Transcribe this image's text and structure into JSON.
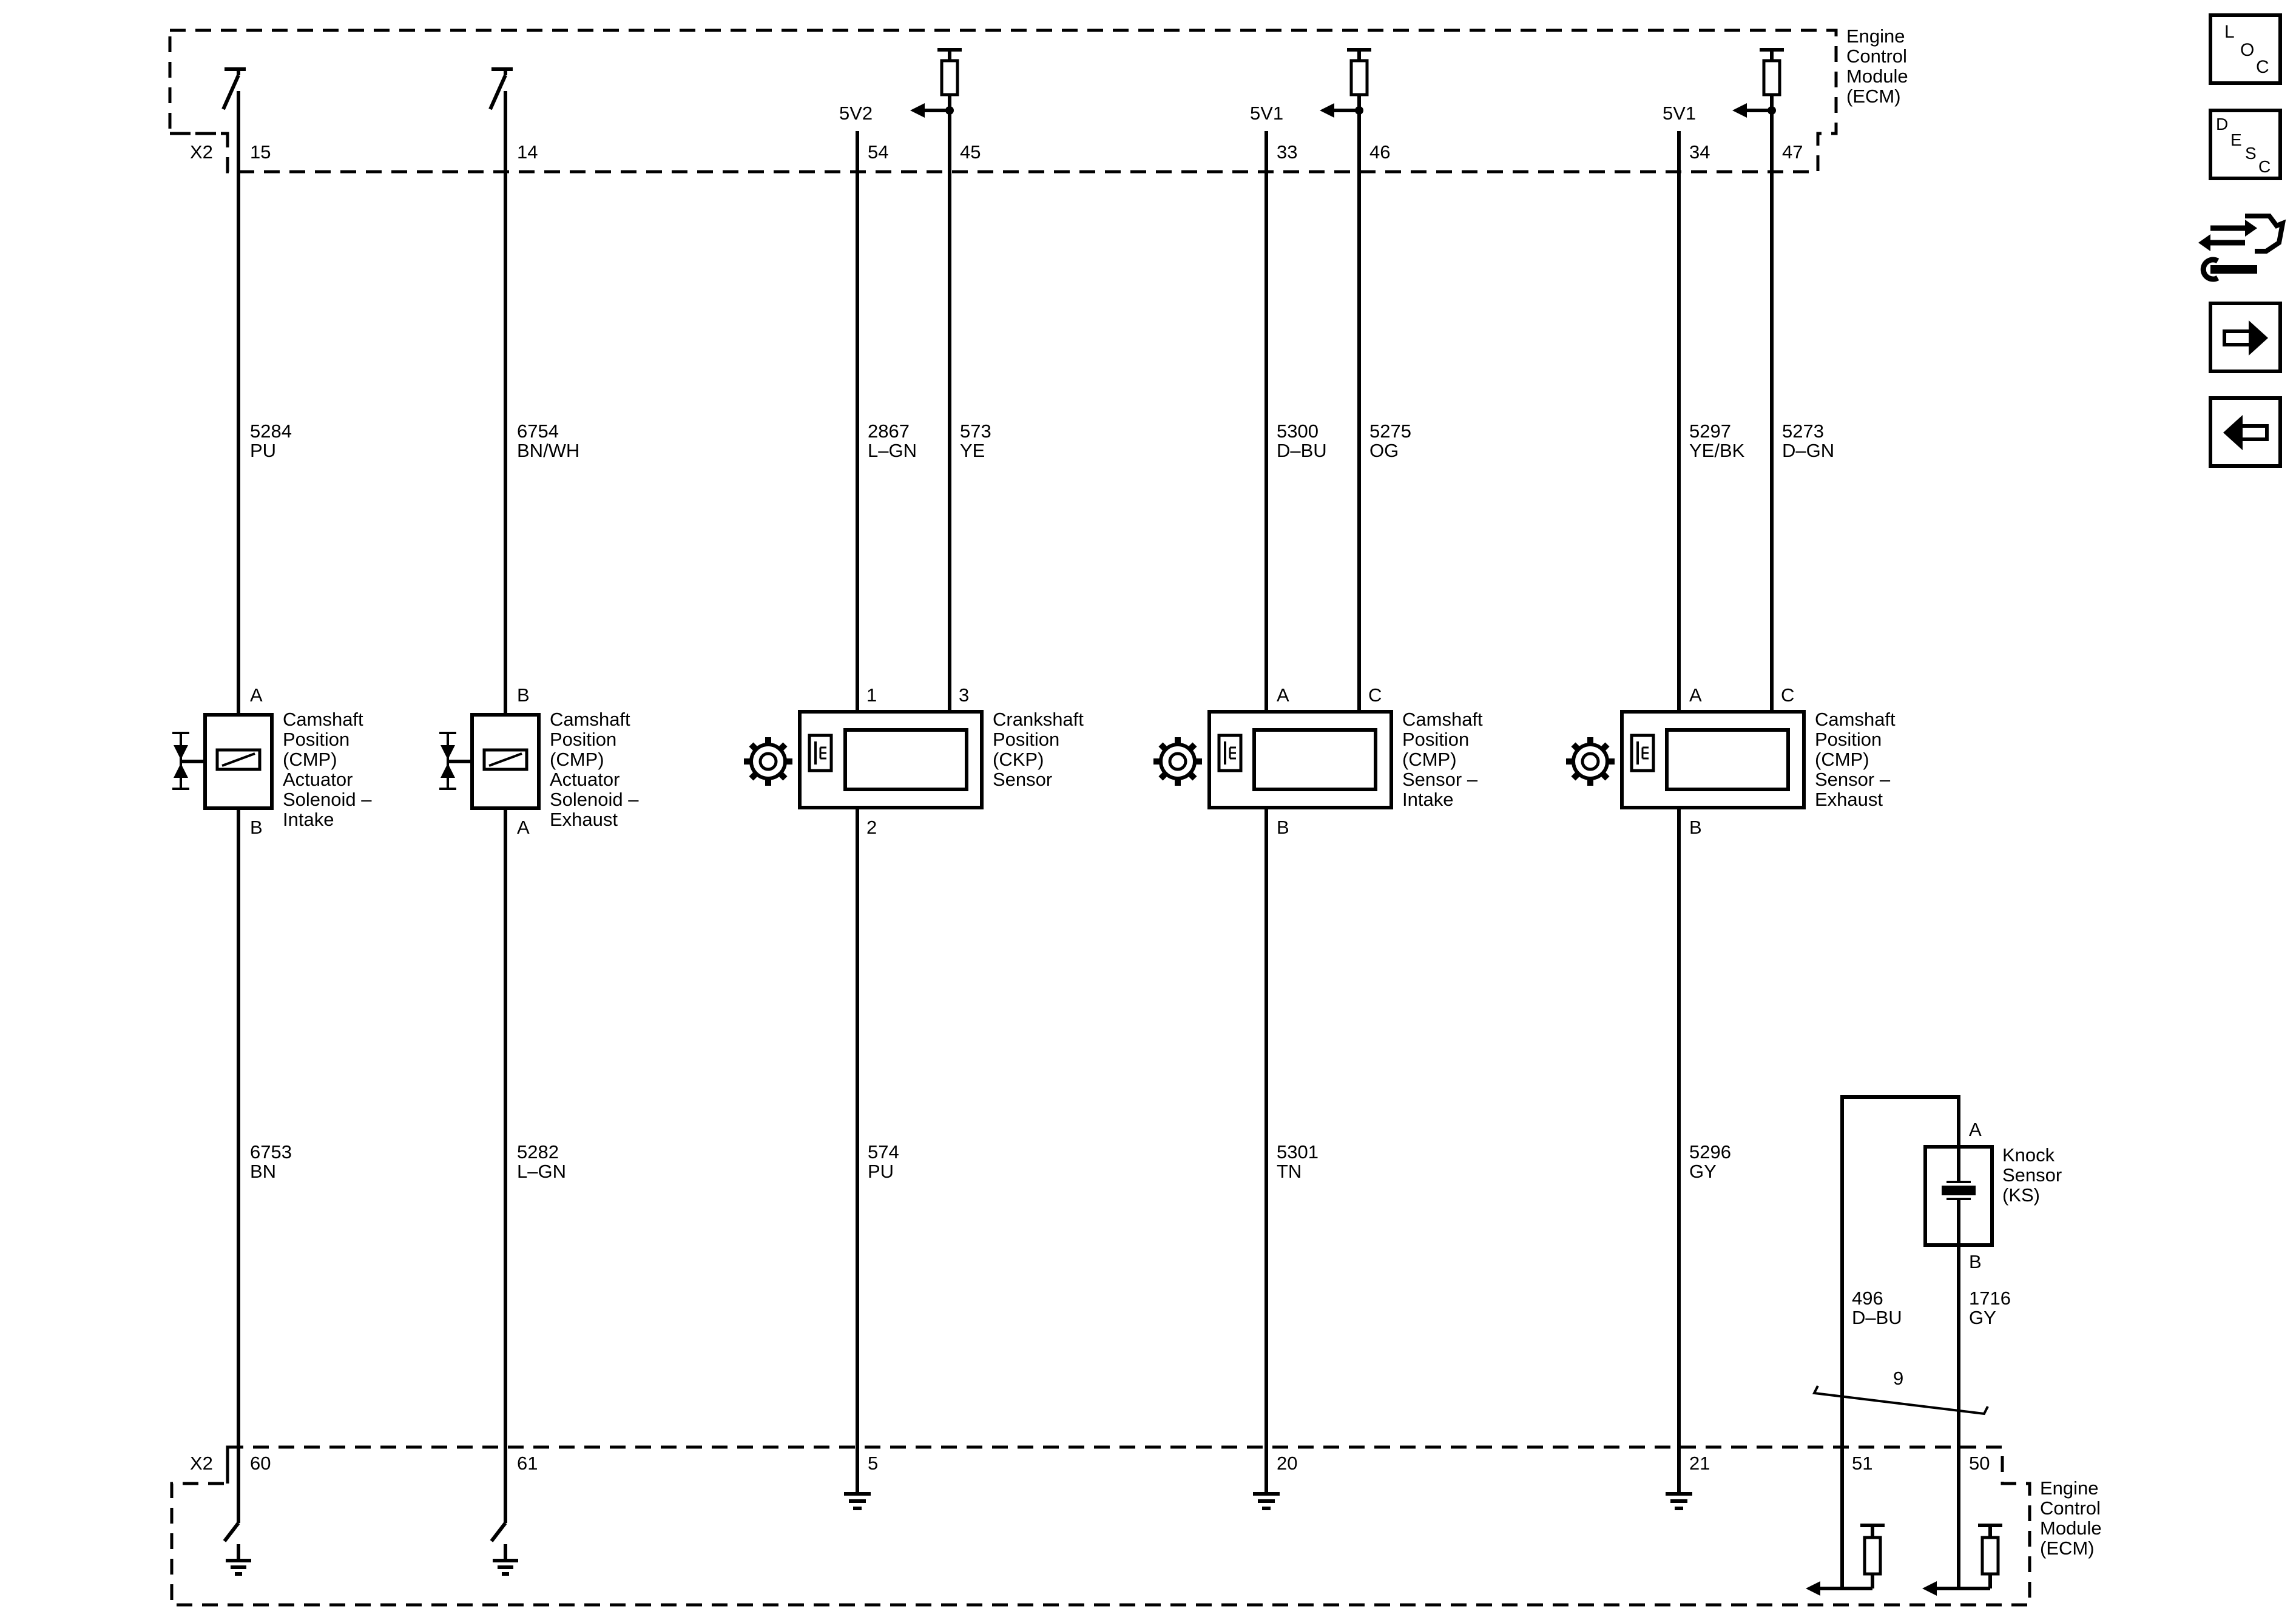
{
  "modules": {
    "top": {
      "lines": [
        "Engine",
        "Control",
        "Module",
        "(ECM)"
      ],
      "connector": "X2"
    },
    "bottom": {
      "lines": [
        "Engine",
        "Control",
        "Module",
        "(ECM)"
      ],
      "connector": "X2"
    }
  },
  "top_pins": [
    "15",
    "14",
    "54",
    "45",
    "33",
    "46",
    "34",
    "47"
  ],
  "references": [
    "5V2",
    "5V1",
    "5V1"
  ],
  "bottom_pins": [
    "60",
    "61",
    "5",
    "20",
    "21",
    "51",
    "50"
  ],
  "upper_wires": [
    {
      "circuit": "5284",
      "color": "PU"
    },
    {
      "circuit": "6754",
      "color": "BN/WH"
    },
    {
      "circuit": "2867",
      "color": "L–GN"
    },
    {
      "circuit": "573",
      "color": "YE"
    },
    {
      "circuit": "5300",
      "color": "D–BU"
    },
    {
      "circuit": "5275",
      "color": "OG"
    },
    {
      "circuit": "5297",
      "color": "YE/BK"
    },
    {
      "circuit": "5273",
      "color": "D–GN"
    }
  ],
  "lower_wires": [
    {
      "circuit": "6753",
      "color": "BN"
    },
    {
      "circuit": "5282",
      "color": "L–GN"
    },
    {
      "circuit": "574",
      "color": "PU"
    },
    {
      "circuit": "5301",
      "color": "TN"
    },
    {
      "circuit": "5296",
      "color": "GY"
    },
    {
      "circuit": "496",
      "color": "D–BU"
    },
    {
      "circuit": "1716",
      "color": "GY"
    }
  ],
  "components": [
    {
      "lines": [
        "Camshaft",
        "Position",
        "(CMP)",
        "Actuator",
        "Solenoid –",
        "Intake"
      ],
      "pin_top": "A",
      "pin_bottom": "B"
    },
    {
      "lines": [
        "Camshaft",
        "Position",
        "(CMP)",
        "Actuator",
        "Solenoid –",
        "Exhaust"
      ],
      "pin_top": "B",
      "pin_bottom": "A"
    },
    {
      "lines": [
        "Crankshaft",
        "Position",
        "(CKP)",
        "Sensor"
      ],
      "pin_top_left": "1",
      "pin_top_right": "3",
      "pin_bottom": "2"
    },
    {
      "lines": [
        "Camshaft",
        "Position",
        "(CMP)",
        "Sensor –",
        "Intake"
      ],
      "pin_top_left": "A",
      "pin_top_right": "C",
      "pin_bottom": "B"
    },
    {
      "lines": [
        "Camshaft",
        "Position",
        "(CMP)",
        "Sensor –",
        "Exhaust"
      ],
      "pin_top_left": "A",
      "pin_top_right": "C",
      "pin_bottom": "B"
    },
    {
      "lines": [
        "Knock",
        "Sensor",
        "(KS)"
      ],
      "pin_top": "A",
      "pin_bottom": "B"
    }
  ],
  "twisted_pair_label": "9",
  "nav": {
    "loc": [
      "L",
      "O",
      "C"
    ],
    "desc": [
      "D",
      "E",
      "S",
      "C"
    ],
    "icons": [
      "connector-tool-icon",
      "arrow-right-icon",
      "arrow-left-icon"
    ]
  }
}
